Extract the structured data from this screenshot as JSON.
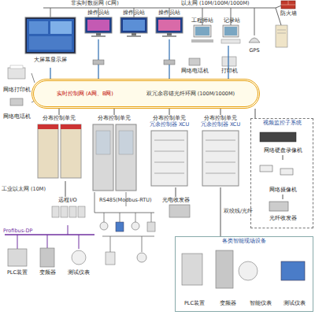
{
  "diagram": {
    "nodes": [
      {
        "text": [
          "大屏幕显示屏"
        ]
      },
      {
        "text": [
          "操作员站"
        ]
      },
      {
        "text": [
          "操作员站"
        ]
      },
      {
        "text": [
          "操作员站"
        ]
      },
      {
        "text": [
          "工程师站"
        ]
      },
      {
        "text": [
          "记录站"
        ]
      },
      {
        "text": [
          "GPS"
        ]
      },
      {
        "text": [
          "防火墙"
        ]
      },
      {
        "text": [
          "网络打印机"
        ]
      },
      {
        "text": [
          "网络电话机"
        ]
      },
      {
        "text": [
          "网络电话机"
        ]
      },
      {
        "text": [
          "打印机"
        ]
      },
      {
        "text": [
          "实时控制网 (A网、B网)",
          "双冗余容错光纤环网 (100M/1000M)"
        ]
      },
      {
        "text": [
          "分布控制单元"
        ]
      },
      {
        "text": [
          "分布控制单元"
        ]
      },
      {
        "text": [
          "分布控制单元",
          "冗余控制器 XCU"
        ]
      },
      {
        "text": [
          "分布控制单元",
          "冗余控制器 XCU"
        ]
      },
      {
        "text": [
          "远程I/O"
        ]
      },
      {
        "text": [
          "PLC装置"
        ]
      },
      {
        "text": [
          "变频器"
        ]
      },
      {
        "text": [
          "测试仪表"
        ]
      },
      {
        "text": [
          "光电收发器"
        ]
      },
      {
        "text": [
          "视频监控子系统"
        ]
      },
      {
        "text": [
          "网络硬盘录像机"
        ],
        "in": 22
      },
      {
        "text": [
          "网络摄像机"
        ],
        "in": 22
      },
      {
        "text": [
          "光纤收发器"
        ],
        "in": 22
      },
      {
        "text": [
          "各类智能现场设备"
        ]
      },
      {
        "text": [
          "PLC装置"
        ],
        "in": 26
      },
      {
        "text": [
          "变频器"
        ],
        "in": 26
      },
      {
        "text": [
          "智能仪表"
        ],
        "in": 26
      },
      {
        "text": [
          "测试仪表"
        ],
        "in": 26
      }
    ],
    "edges": [
      {
        "from": 12,
        "to": 13,
        "arrow": "none"
      },
      {
        "from": 12,
        "to": 14,
        "arrow": "none"
      },
      {
        "from": 12,
        "to": 15,
        "arrow": "none"
      },
      {
        "from": 12,
        "to": 16,
        "arrow": "none"
      },
      {
        "from": 12,
        "to": 22,
        "arrow": "none"
      },
      {
        "from": 13,
        "to": 17,
        "arrow": "none"
      },
      {
        "from": 15,
        "to": 21,
        "arrow": "none"
      },
      {
        "from": 16,
        "to": 26,
        "arrow": "none"
      },
      {
        "from": 23,
        "to": 24,
        "arrow": "none"
      },
      {
        "from": 24,
        "to": 25,
        "arrow": "none"
      }
    ],
    "labels": [
      "非实时数据网 (C网)",
      "以太网 (10M/100M/1000M)",
      "工业以太网 (10M)",
      "Profibus-DP",
      "RS485(Modbus-RTU)",
      "双绞线/光纤"
    ]
  }
}
